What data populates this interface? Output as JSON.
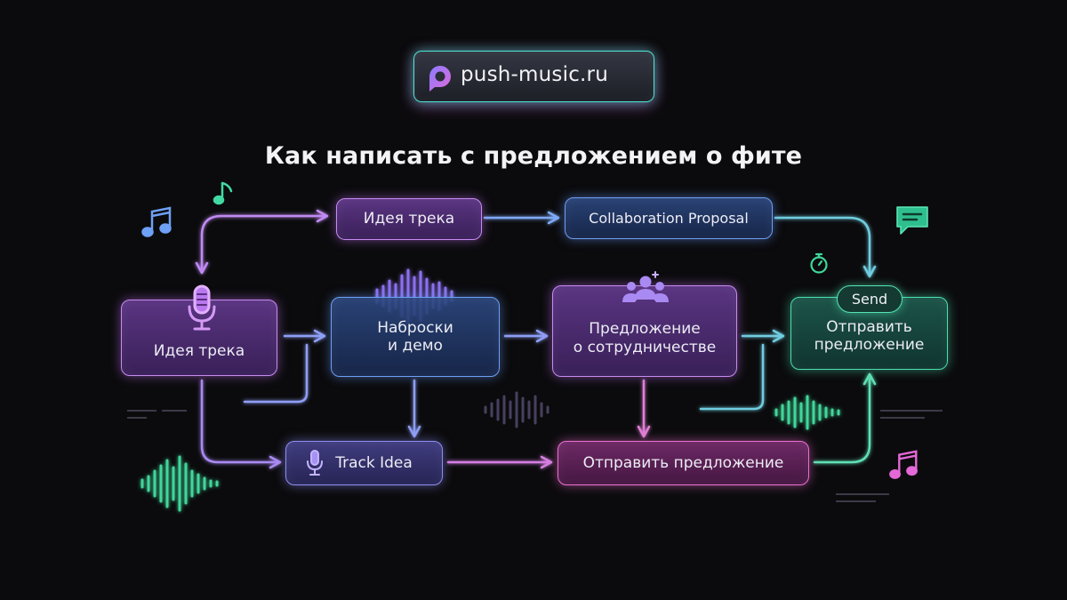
{
  "brand": {
    "name": "push-music.ru",
    "logo_icon": "p-speech-bubble-logo-icon"
  },
  "title": "Как написать с предложением о фите",
  "nodes": {
    "idea_top": "Идея трека",
    "proposal_en": "Collaboration Proposal",
    "idea_left": "Идея трека",
    "sketches": "Наброски\nи демо",
    "offer": "Предложение\nо сотрудничестве",
    "send_final": "Отправить\nпредложение",
    "track_idea": "Track Idea",
    "send_offer": "Отправить предложение"
  },
  "send_badge": "Send",
  "icons": [
    "music-note-icon",
    "microphone-icon",
    "waveform-icon",
    "users-group-icon",
    "chat-icon",
    "stopwatch-icon"
  ],
  "colors": {
    "background": "#0b0b0d",
    "purple": "#c98bf2",
    "blue": "#6f9ff5",
    "indigo": "#8e8ef3",
    "magenta": "#ee6fd2",
    "teal": "#4be0b0"
  }
}
